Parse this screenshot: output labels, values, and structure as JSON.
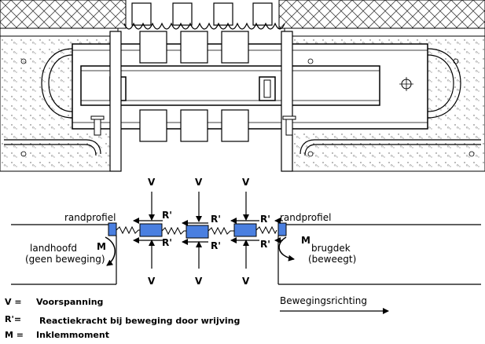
{
  "diagram": {
    "forces": {
      "v": "V",
      "r": "R'",
      "m": "M"
    },
    "labels": {
      "randprofiel_left": "randprofiel",
      "randprofiel_right": "randprofiel",
      "landhoofd": "landhoofd",
      "landhoofd_sub": "(geen beweging)",
      "brugdek": "brugdek",
      "brugdek_sub": "(beweegt)",
      "movement": "Bewegingsrichting"
    },
    "legend": [
      {
        "symbol": "V =",
        "text": "Voorspanning"
      },
      {
        "symbol": "R'=",
        "text": "Reactiekracht bij beweging door wrijving"
      },
      {
        "symbol": "M =",
        "text": "Inklemmoment"
      }
    ],
    "colors": {
      "block_fill": "#4a7fe0",
      "line": "#000000"
    }
  }
}
